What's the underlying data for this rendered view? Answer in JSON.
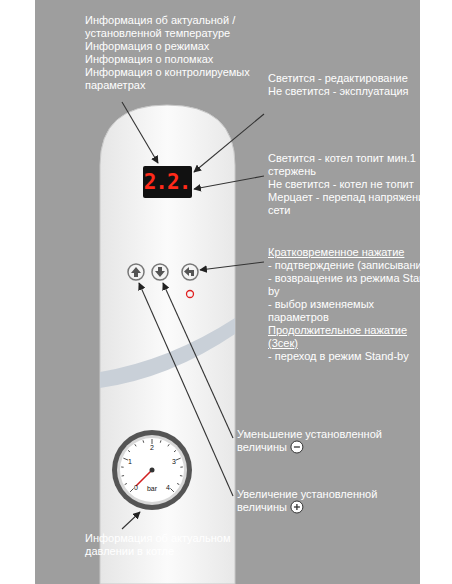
{
  "diagram": {
    "labels": [
      "Информация об актуальной / установленной температуре",
      "Информация о режимах",
      "Информация о поломках",
      "Информация о контролируемых параметрах",
      "Светится - редактирование",
      "Не светится - эксплуатация",
      "Светится - котел топит мин.1 стержень",
      "Не светится - котел не топит",
      "Мерцает - перепад напряжения в сети",
      "Кратковременное нажатие",
      "- подтверждение (записывание)",
      "- возвращение из режима Stand-by",
      "- выбор изменяемых параметров",
      "Продолжительное нажатие (3сек)",
      "- переход в режим Stand-by",
      "Уменьшение установленной величины",
      "Увеличение установленной величины",
      "Информация об актуальном давлении в котле",
      "2.2.",
      "0",
      "1",
      "2",
      "3",
      "4",
      "bar"
    ]
  }
}
